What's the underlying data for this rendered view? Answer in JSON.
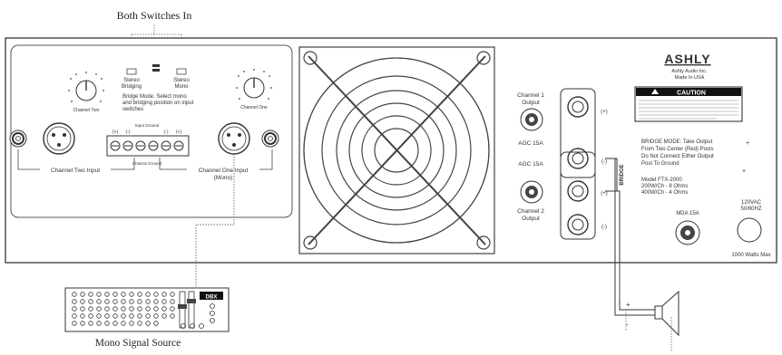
{
  "labels": {
    "top_caption": "Both Switches In",
    "bottom_caption": "Mono Signal Source",
    "switch_left_line1": "Stereo",
    "switch_left_line2": "Bridging",
    "switch_right_line1": "Stereo",
    "switch_right_line2": "Mono",
    "bridge_mode_line1": "Bridge Mode: Select mono",
    "bridge_mode_line2": "and bridging position on input",
    "bridge_mode_line3": "switches",
    "channel_two_knob": "Channel Two",
    "channel_one_knob": "Channel One",
    "input_ground": "Input Ground",
    "chassis_ground": "Chassis Ground",
    "terminal_plus_left": "(+)",
    "terminal_minus_left": "(-)",
    "terminal_minus_right": "(-)",
    "terminal_plus_right": "(+)",
    "channel_two_input": "Channel Two Input",
    "channel_one_input_line1": "Channel One Input",
    "channel_one_input_line2": "(Mono)",
    "ch1_output_line1": "Channel 1",
    "ch1_output_line2": "Output",
    "ch2_output_line1": "Channel 2",
    "ch2_output_line2": "Output",
    "fuse_top": "AGC 15A",
    "fuse_bottom": "AGC 15A",
    "out_plus_top": "(+)",
    "out_minus_top": "(-)",
    "out_plus_bottom": "(+)",
    "out_minus_bottom": "(-)",
    "bridge_vertical": "BRIDGE",
    "brand": "ASHLY",
    "brand_sub1": "Ashly Audio Inc.",
    "brand_sub2": "Made In USA",
    "caution": "CAUTION",
    "bridge_note_line1": "BRIDGE MODE: Take Output",
    "bridge_note_line2": "From Two Center (Red) Posts",
    "bridge_note_line3": "Do Not Connect Either Output",
    "bridge_note_line4": "Post To Ground",
    "model_line1": "Model FTX-2000",
    "model_line2": "200W/Ch - 8 Ohms",
    "model_line3": "400W/Ch - 4 Ohms",
    "mda": "MDA 15A",
    "power_line1": "120VAC",
    "power_line2": "50/60HZ",
    "watts": "1000 Watts Max",
    "speaker_plus": "+",
    "speaker_minus": "-",
    "mixer_badge": "DBX"
  }
}
